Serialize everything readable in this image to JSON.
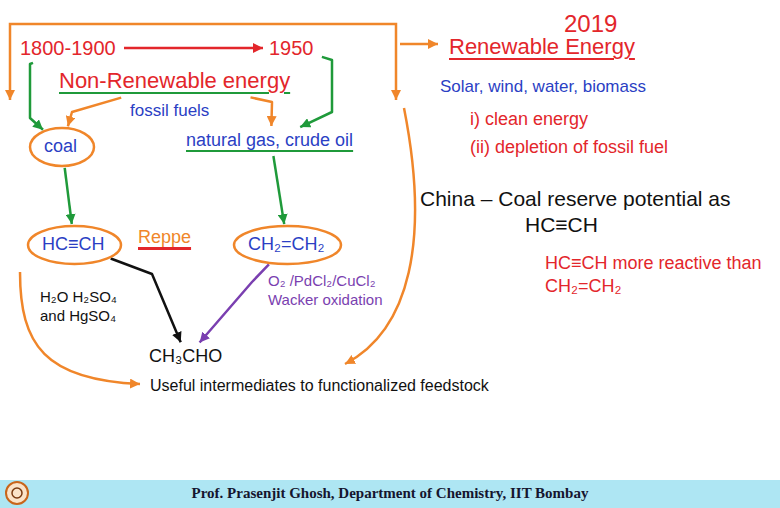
{
  "diagram": {
    "nodes": [
      {
        "text": [
          "1800-1900"
        ]
      },
      {
        "text": [
          "1950"
        ]
      },
      {
        "text": [
          "Non-Renewable energy"
        ]
      },
      {
        "text": [
          "coal"
        ]
      },
      {
        "text": [
          "natural gas, crude oil"
        ]
      },
      {
        "text": [
          "HC≡CH"
        ]
      },
      {
        "text": [
          "CH₂=CH₂"
        ]
      },
      {
        "text": [
          "CH₃CHO"
        ]
      },
      {
        "text": [
          "2019"
        ]
      },
      {
        "text": [
          "Renewable Energy"
        ]
      }
    ],
    "edges": [
      {
        "from": 0,
        "to": 1,
        "arrow": "to"
      },
      {
        "from": 0,
        "to": 3,
        "arrow": "to"
      },
      {
        "from": 2,
        "to": 3,
        "arrow": "to"
      },
      {
        "from": 1,
        "to": 4,
        "arrow": "to"
      },
      {
        "from": 2,
        "to": 4,
        "arrow": "to"
      },
      {
        "from": 3,
        "to": 5,
        "arrow": "to"
      },
      {
        "from": 4,
        "to": 6,
        "arrow": "to"
      },
      {
        "from": 5,
        "to": 7,
        "label": "H₂O H₂SO₄ and HgSO₄",
        "arrow": "to"
      },
      {
        "from": 6,
        "to": 7,
        "label": "O₂ /PdCl₂/CuCl₂ Wacker oxidation",
        "arrow": "to"
      }
    ],
    "labels": [
      "fossil fuels",
      "Reppe",
      "Useful intermediates to functionalized feedstock",
      "Solar, wind, water, biomass",
      "i) clean energy",
      "(ii) depletion of fossil fuel",
      "China – Coal reserve potential as HC≡CH",
      "HC≡CH more reactive than CH₂=CH₂",
      "Prof. Prasenjit Ghosh, Department of Chemistry, IIT Bombay"
    ]
  }
}
